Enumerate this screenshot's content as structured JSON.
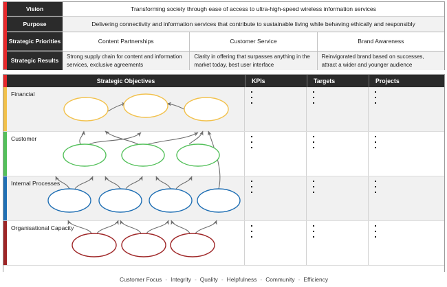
{
  "strategy_header": {
    "accent_color": "#e8282b",
    "rows": [
      {
        "label": "Vision",
        "type": "full",
        "text": "Transforming society through ease of access to ultra-high-speed wireless information services",
        "shaded": false
      },
      {
        "label": "Purpose",
        "type": "full",
        "text": "Delivering connectivity and information services that contribute to sustainable living while behaving ethically and responsibly",
        "shaded": true
      },
      {
        "label": "Strategic Priorities",
        "type": "columns",
        "shaded": false,
        "cells": [
          "Content Partnerships",
          "Customer Service",
          "Brand Awareness"
        ]
      },
      {
        "label": "Strategic Results",
        "type": "columns",
        "shaded": true,
        "align": "left",
        "cells": [
          "Strong supply chain for content and information services, exclusive agreements",
          "Clarity in offering that surpasses anything in the market today, best user interface",
          "Reinvigorated brand based on successes, attract a wider and younger audience"
        ]
      }
    ]
  },
  "map": {
    "columns": {
      "objectives": "Strategic Objectives",
      "kpis": "KPIs",
      "targets": "Targets",
      "projects": "Projects"
    },
    "bullets_per_cell": 3,
    "perspectives": [
      {
        "label": "Financial",
        "color": "#f2c14b",
        "shaded": true,
        "node_count": 3
      },
      {
        "label": "Customer",
        "color": "#53c05a",
        "shaded": false,
        "node_count": 3
      },
      {
        "label": "Internal Processes",
        "color": "#1f6fb4",
        "shaded": true,
        "node_count": 4
      },
      {
        "label": "Organisational Capacity",
        "color": "#9e2526",
        "shaded": false,
        "node_count": 3
      }
    ]
  },
  "values": {
    "separator": "-",
    "items": [
      "Customer Focus",
      "Integrity",
      "Quality",
      "Helpfulness",
      "Community",
      "Efficiency"
    ]
  }
}
